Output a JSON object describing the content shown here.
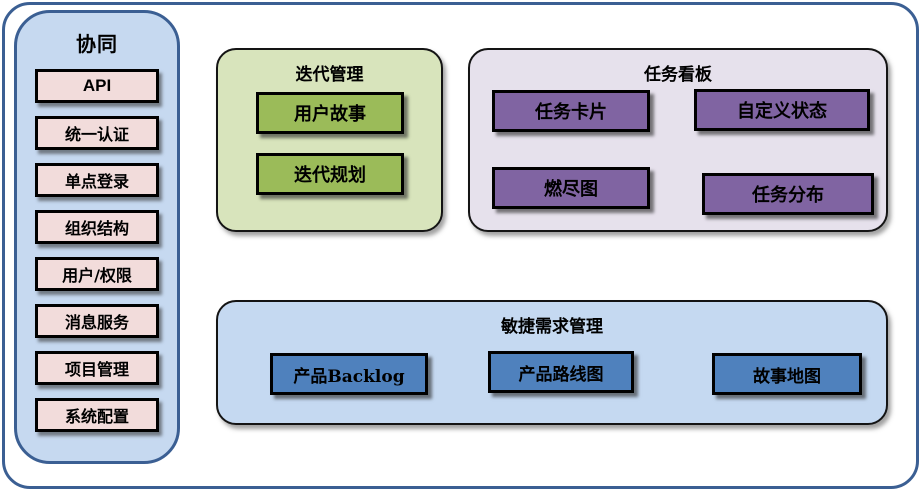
{
  "diagram": {
    "kind": "software-module-block-diagram",
    "colors": {
      "frame_border": "#3b5f93",
      "sidebar_bg": "#c6d9f0",
      "sidebar_item_bg": "#f2dcdb",
      "iteration_panel_bg": "#d8e4bc",
      "iteration_button_bg": "#9bbb59",
      "kanban_panel_bg": "#e6e1ec",
      "kanban_button_bg": "#8064a2",
      "agile_panel_bg": "#c5d9f1",
      "agile_button_bg": "#4f81bd",
      "box_border": "#000000",
      "text": "#000000"
    }
  },
  "sidebar": {
    "title": "协同",
    "items": [
      "API",
      "统一认证",
      "单点登录",
      "组织结构",
      "用户/权限",
      "消息服务",
      "项目管理",
      "系统配置"
    ]
  },
  "panels": {
    "iteration": {
      "title": "迭代管理",
      "items": [
        "用户故事",
        "迭代规划"
      ]
    },
    "kanban": {
      "title": "任务看板",
      "items": [
        "任务卡片",
        "自定义状态",
        "燃尽图",
        "任务分布"
      ]
    },
    "agile": {
      "title": "敏捷需求管理",
      "items": [
        "产品Backlog",
        "产品路线图",
        "故事地图"
      ]
    }
  }
}
